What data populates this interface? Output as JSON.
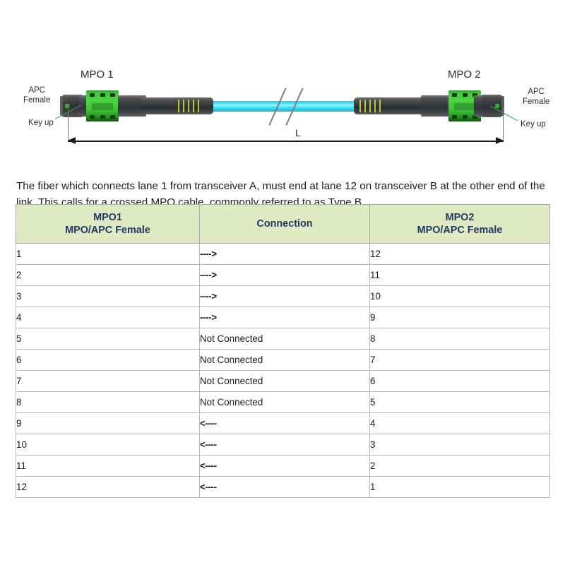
{
  "diagram": {
    "left_connector": {
      "title": "MPO 1",
      "type_label": "APC\nFemale",
      "key_label": "Key up"
    },
    "right_connector": {
      "title": "MPO 2",
      "type_label": "APC\nFemale",
      "key_label": "Key up"
    },
    "length_label": "L",
    "colors": {
      "connector_green": "#4cd544",
      "cable_cyan": "#49e2f4",
      "boot_grey": "#35383b",
      "leader_teal": "#2f9e7a"
    }
  },
  "paragraph": {
    "text": "The fiber which connects lane 1 from transceiver A, must end at lane 12 on transceiver B at the other end of the link. This calls for a crossed MPO cable, commonly referred to as Type B."
  },
  "table": {
    "headers": {
      "col1_line1": "MPO1",
      "col1_line2": "MPO/APC Female",
      "col2": "Connection",
      "col3_line1": "MPO2",
      "col3_line2": "MPO/APC Female"
    },
    "header_bg": "#dfe9c2",
    "header_text_color": "#1f3864",
    "rows": [
      {
        "mpo1": "1",
        "connection": "---->",
        "mpo2": "12"
      },
      {
        "mpo1": "2",
        "connection": "---->",
        "mpo2": "11"
      },
      {
        "mpo1": "3",
        "connection": "---->",
        "mpo2": "10"
      },
      {
        "mpo1": "4",
        "connection": "---->",
        "mpo2": "9"
      },
      {
        "mpo1": "5",
        "connection": "Not Connected",
        "mpo2": "8"
      },
      {
        "mpo1": "6",
        "connection": "Not Connected",
        "mpo2": "7"
      },
      {
        "mpo1": "7",
        "connection": "Not Connected",
        "mpo2": "6"
      },
      {
        "mpo1": "8",
        "connection": "Not Connected",
        "mpo2": "5"
      },
      {
        "mpo1": "9",
        "connection": "<----",
        "mpo2": "4"
      },
      {
        "mpo1": "10",
        "connection": "<----",
        "mpo2": "3"
      },
      {
        "mpo1": "11",
        "connection": "<----",
        "mpo2": "2"
      },
      {
        "mpo1": "12",
        "connection": "<----",
        "mpo2": "1"
      }
    ]
  }
}
